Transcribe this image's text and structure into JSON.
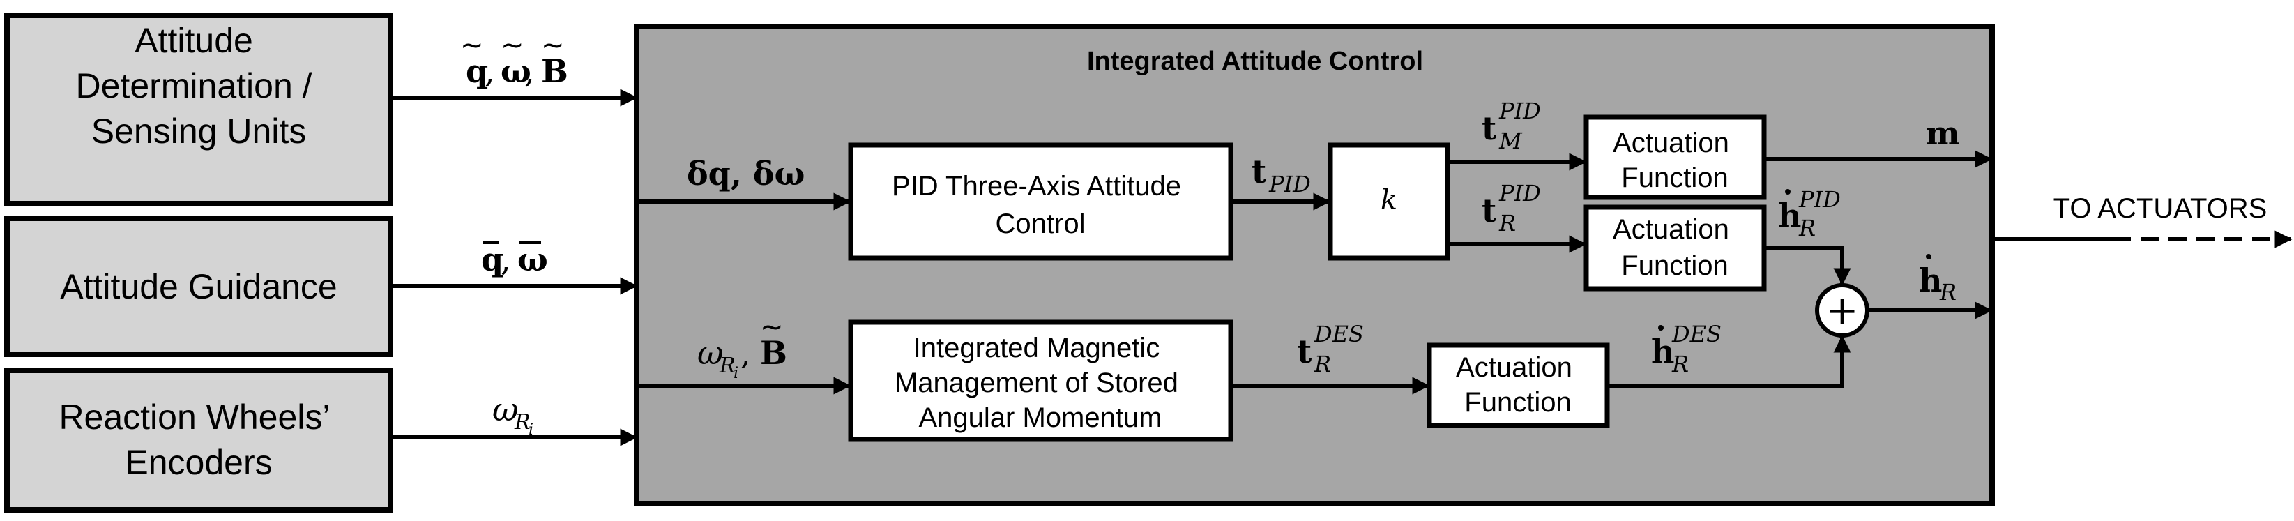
{
  "inputs": {
    "attitude_determination": [
      "Attitude",
      "Determination /",
      "Sensing Units"
    ],
    "attitude_guidance": [
      "Attitude Guidance"
    ],
    "reaction_wheel_encoders": [
      "Reaction Wheels’",
      "Encoders"
    ]
  },
  "main_block": {
    "title": "Integrated Attitude Control"
  },
  "blocks": {
    "pid": [
      "PID Three-Axis Attitude",
      "Control"
    ],
    "gain": "k",
    "magnetic": [
      "Integrated Magnetic",
      "Management of Stored",
      "Angular Momentum"
    ],
    "actuation_m": [
      "Actuation",
      "Function"
    ],
    "actuation_r": [
      "Actuation",
      "Function"
    ],
    "actuation_des": [
      "Actuation",
      "Function"
    ],
    "sum": "+"
  },
  "signals": {
    "measured": {
      "q": "q",
      "omega": "ω",
      "B": "B",
      "sep": ", "
    },
    "guidance": {
      "q": "q",
      "omega": "ω",
      "sep": ", "
    },
    "encoder": {
      "base": "ω",
      "sub": "R",
      "subsub": "i"
    },
    "errors": {
      "dq": "δq",
      "domega": "δω",
      "sep": ", "
    },
    "wr_b": {
      "base": "ω",
      "sub": "R",
      "subsub": "i",
      "sep": ", ",
      "B": "B"
    },
    "t_pid": {
      "base": "t",
      "sub": "PID"
    },
    "t_m_pid": {
      "base": "t",
      "sub": "M",
      "sup": "PID"
    },
    "t_r_pid": {
      "base": "t",
      "sub": "R",
      "sup": "PID"
    },
    "t_r_des": {
      "base": "t",
      "sub": "R",
      "sup": "DES"
    },
    "m": "m",
    "hdot_r_pid": {
      "base": "h",
      "sub": "R",
      "sup": "PID"
    },
    "hdot_r_des": {
      "base": "h",
      "sub": "R",
      "sup": "DES"
    },
    "hdot_r": {
      "base": "h",
      "sub": "R"
    }
  },
  "output": {
    "label": "TO ACTUATORS"
  },
  "colors": {
    "input_fill": "#d4d4d4",
    "main_fill": "#a6a6a6",
    "block_fill": "#ffffff",
    "stroke": "#000000"
  }
}
